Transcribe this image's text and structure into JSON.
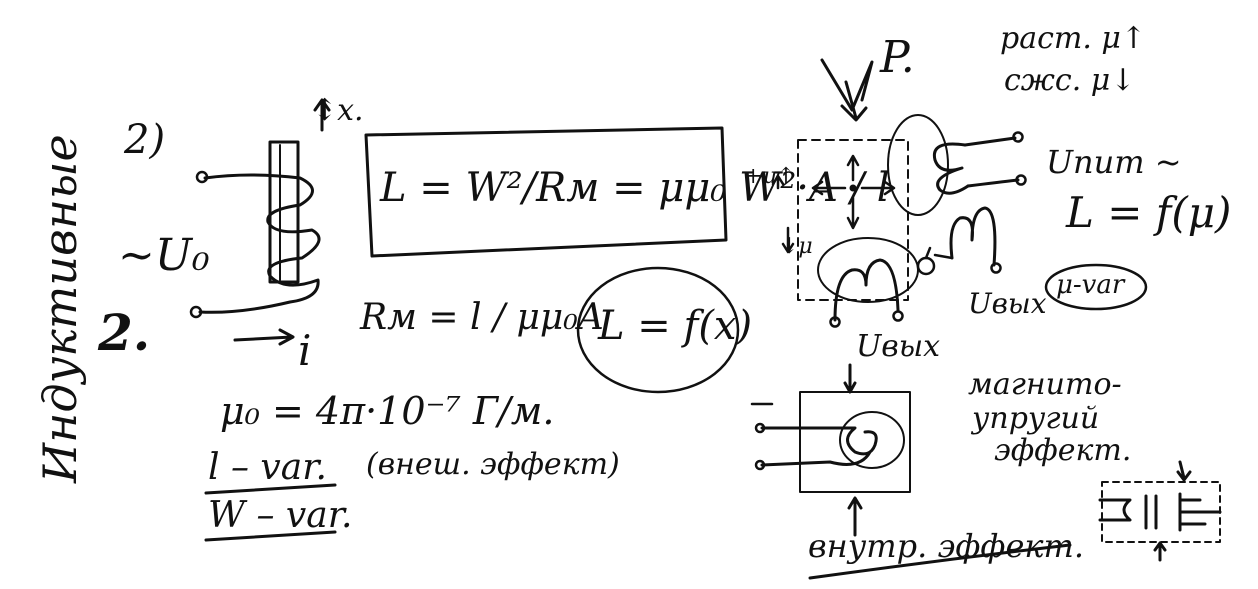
{
  "notes": {
    "vertical_heading": "Индуктивные",
    "item_label": "2)",
    "item_number": "2.",
    "source_label": "~U₀",
    "current_label": "i",
    "displacement_label": "↕x.",
    "inductance_formula": "L = W²/Rм = μμ₀ W²·A / l",
    "reluctance_formula": "Rм = l / μμ₀A",
    "inductance_function_x": "L = f(x)",
    "mu0_value": "μ₀ = 4π·10⁻⁷ Г/м.",
    "l_var": "l – var.",
    "external_effect": "(внеш. эффект)",
    "w_var": "W – var.",
    "pressure_label": "P.",
    "stretch_note": "раст. μ↑",
    "compress_note": "сжс. μ↓",
    "plus_mu": "+μ↑",
    "minus_mu": "↓μ",
    "u_supply": "Uпит ~",
    "inductance_function_mu": "L = f(μ)",
    "u_out_right": "Uвых",
    "u_out_bottom": "Uвых",
    "mu_var": "μ-var",
    "magnetoelastic": [
      "магнито-",
      "упругий",
      "эффект."
    ],
    "internal_effect": "внутр. эффект."
  }
}
